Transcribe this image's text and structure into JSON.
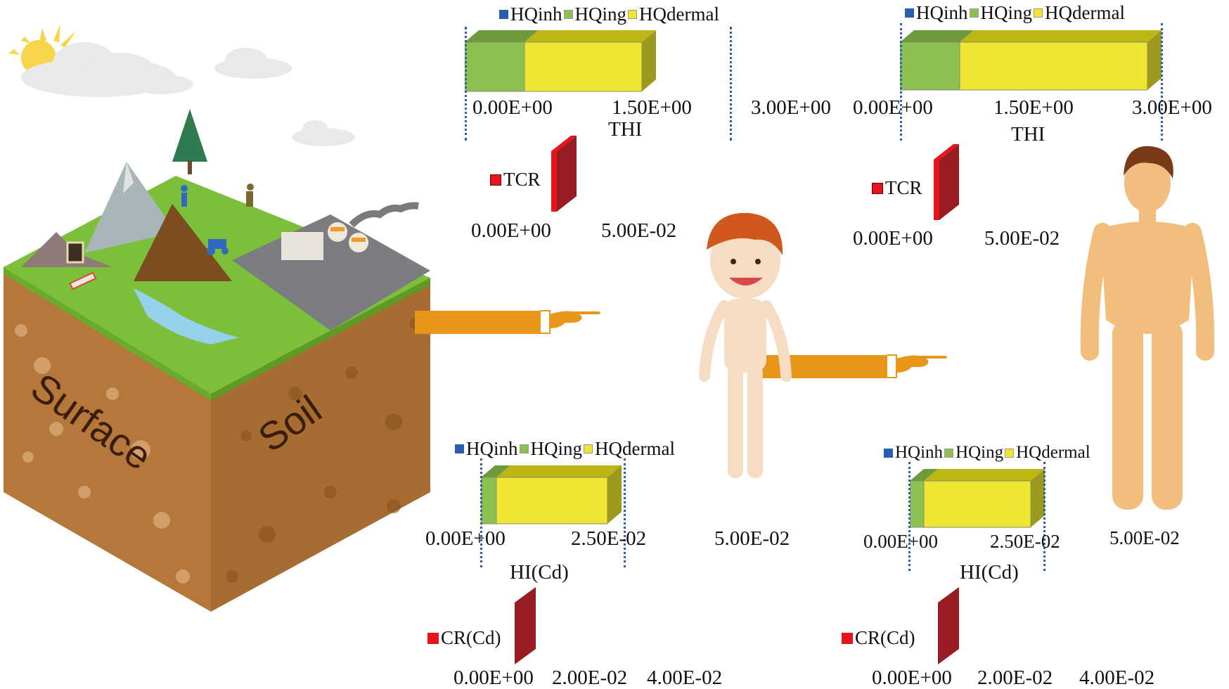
{
  "figure": {
    "scene_labels": {
      "surface": "Surface",
      "soil": "Soil"
    },
    "scene_icons": [
      "sun-icon",
      "cloud-icon",
      "mountain-icon",
      "pine-tree-icon",
      "farmer-icon",
      "tractor-icon",
      "mine-icon",
      "factory-icon",
      "river-icon",
      "landslide-icon",
      "tanker-truck-icon"
    ],
    "receptors": [
      "child",
      "adult"
    ],
    "colors": {
      "HQinh": "#2a5fb0",
      "HQing": "#8cc152",
      "HQdermal": "#efe634",
      "TCR": "#e8141c",
      "arrow": "#e8961a",
      "axis_guide": "#2a5fb0"
    }
  },
  "panels": {
    "child_thi": {
      "legend": [
        "HQinh",
        "HQing",
        "HQdermal"
      ],
      "ticks": [
        "0.00E+00",
        "1.50E+00",
        "3.00E+00"
      ],
      "xlabel": "THI"
    },
    "child_tcr": {
      "legend": "TCR",
      "ticks": [
        "0.00E+00",
        "5.00E-02"
      ]
    },
    "child_hi": {
      "legend": [
        "HQinh",
        "HQing",
        "HQdermal"
      ],
      "ticks": [
        "0.00E+00",
        "2.50E-02",
        "5.00E-02"
      ],
      "xlabel": "HI(Cd)"
    },
    "child_cr": {
      "legend": "CR(Cd)",
      "ticks": [
        "0.00E+00",
        "2.00E-02",
        "4.00E-02"
      ]
    },
    "adult_thi": {
      "legend": [
        "HQinh",
        "HQing",
        "HQdermal"
      ],
      "ticks": [
        "0.00E+00",
        "1.50E+00",
        "3.00E+00"
      ],
      "xlabel": "THI"
    },
    "adult_tcr": {
      "legend": "TCR",
      "ticks": [
        "0.00E+00",
        "5.00E-02"
      ]
    },
    "adult_hi": {
      "legend": [
        "HQinh",
        "HQing",
        "HQdermal"
      ],
      "ticks": [
        "0.00E+00",
        "2.50E-02",
        "5.00E-02"
      ],
      "xlabel": "HI(Cd)"
    },
    "adult_cr": {
      "legend": "CR(Cd)",
      "ticks": [
        "0.00E+00",
        "2.00E-02",
        "4.00E-02"
      ]
    }
  },
  "chart_data": [
    {
      "type": "bar",
      "title": "Child THI (stacked 3D horizontal)",
      "orientation": "horizontal",
      "stacked": true,
      "categories": [
        "THI"
      ],
      "series": [
        {
          "name": "HQinh",
          "values": [
            0.001
          ]
        },
        {
          "name": "HQing",
          "values": [
            0.65
          ]
        },
        {
          "name": "HQdermal",
          "values": [
            1.48
          ]
        }
      ],
      "xlabel": "THI",
      "xlim": [
        0,
        3.0
      ],
      "xticks": [
        "0.00E+00",
        "1.50E+00",
        "3.00E+00"
      ],
      "grid": false,
      "legend_position": "top"
    },
    {
      "type": "bar",
      "title": "Child TCR",
      "orientation": "horizontal",
      "categories": [
        "TCR"
      ],
      "series": [
        {
          "name": "TCR",
          "values": [
            0.0005
          ]
        }
      ],
      "xlim": [
        0,
        0.05
      ],
      "xticks": [
        "0.00E+00",
        "5.00E-02"
      ],
      "grid": false,
      "legend_position": "left"
    },
    {
      "type": "bar",
      "title": "Child HI(Cd) (stacked 3D horizontal)",
      "orientation": "horizontal",
      "stacked": true,
      "categories": [
        "HI(Cd)"
      ],
      "series": [
        {
          "name": "HQinh",
          "values": [
            1e-05
          ]
        },
        {
          "name": "HQing",
          "values": [
            0.0029
          ]
        },
        {
          "name": "HQdermal",
          "values": [
            0.0206
          ]
        }
      ],
      "xlabel": "HI(Cd)",
      "xlim": [
        0,
        0.05
      ],
      "xticks": [
        "0.00E+00",
        "2.50E-02",
        "5.00E-02"
      ],
      "grid": false,
      "legend_position": "top"
    },
    {
      "type": "bar",
      "title": "Child CR(Cd)",
      "orientation": "horizontal",
      "categories": [
        "CR(Cd)"
      ],
      "series": [
        {
          "name": "CR(Cd)",
          "values": [
            0.0002
          ]
        }
      ],
      "xlim": [
        0,
        0.04
      ],
      "xticks": [
        "0.00E+00",
        "2.00E-02",
        "4.00E-02"
      ],
      "grid": false,
      "legend_position": "left"
    },
    {
      "type": "bar",
      "title": "Adult THI (stacked 3D horizontal)",
      "orientation": "horizontal",
      "stacked": true,
      "categories": [
        "THI"
      ],
      "series": [
        {
          "name": "HQinh",
          "values": [
            0.001
          ]
        },
        {
          "name": "HQing",
          "values": [
            0.66
          ]
        },
        {
          "name": "HQdermal",
          "values": [
            1.99
          ]
        }
      ],
      "xlabel": "THI",
      "xlim": [
        0,
        3.0
      ],
      "xticks": [
        "0.00E+00",
        "1.50E+00",
        "3.00E+00"
      ],
      "grid": false,
      "legend_position": "top"
    },
    {
      "type": "bar",
      "title": "Adult TCR",
      "orientation": "horizontal",
      "categories": [
        "TCR"
      ],
      "series": [
        {
          "name": "TCR",
          "values": [
            0.0005
          ]
        }
      ],
      "xlim": [
        0,
        0.05
      ],
      "xticks": [
        "0.00E+00",
        "5.00E-02"
      ],
      "grid": false,
      "legend_position": "left"
    },
    {
      "type": "bar",
      "title": "Adult HI(Cd) (stacked 3D horizontal)",
      "orientation": "horizontal",
      "stacked": true,
      "categories": [
        "HI(Cd)"
      ],
      "series": [
        {
          "name": "HQinh",
          "values": [
            1e-05
          ]
        },
        {
          "name": "HQing",
          "values": [
            0.003
          ]
        },
        {
          "name": "HQdermal",
          "values": [
            0.0212
          ]
        }
      ],
      "xlabel": "HI(Cd)",
      "xlim": [
        0,
        0.05
      ],
      "xticks": [
        "0.00E+00",
        "2.50E-02",
        "5.00E-02"
      ],
      "grid": false,
      "legend_position": "top"
    },
    {
      "type": "bar",
      "title": "Adult CR(Cd)",
      "orientation": "horizontal",
      "categories": [
        "CR(Cd)"
      ],
      "series": [
        {
          "name": "CR(Cd)",
          "values": [
            0.0002
          ]
        }
      ],
      "xlim": [
        0,
        0.04
      ],
      "xticks": [
        "0.00E+00",
        "2.00E-02",
        "4.00E-02"
      ],
      "grid": false,
      "legend_position": "left"
    }
  ]
}
